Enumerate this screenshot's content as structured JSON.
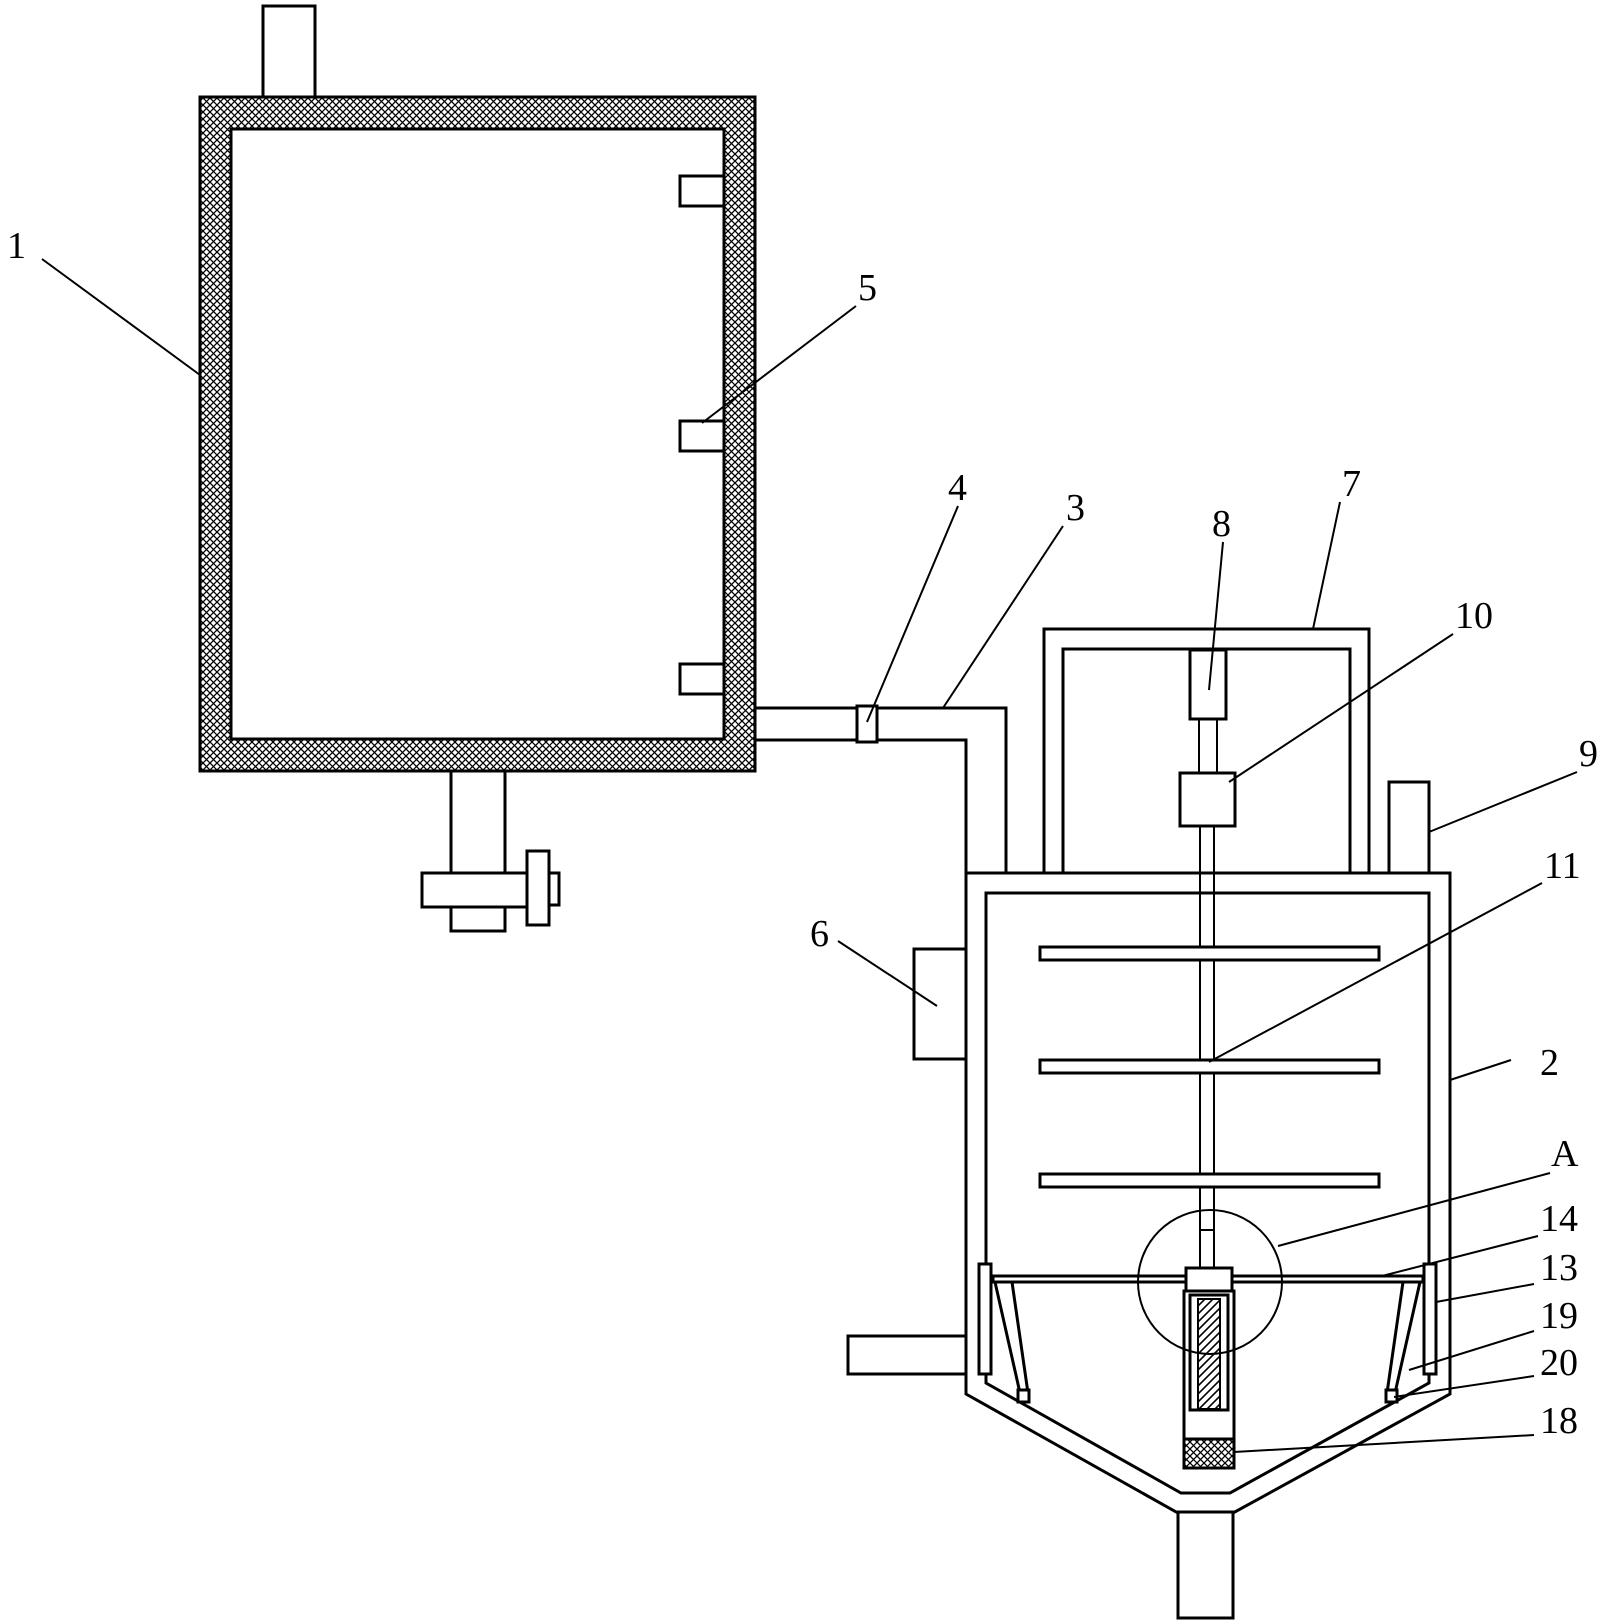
{
  "labels": {
    "l1": "1",
    "l2": "2",
    "l3": "3",
    "l4": "4",
    "l5": "5",
    "l6": "6",
    "l7": "7",
    "l8": "8",
    "l9": "9",
    "l10": "10",
    "l11": "11",
    "lA": "A",
    "l14": "14",
    "l13": "13",
    "l19": "19",
    "l20": "20",
    "l18": "18"
  }
}
